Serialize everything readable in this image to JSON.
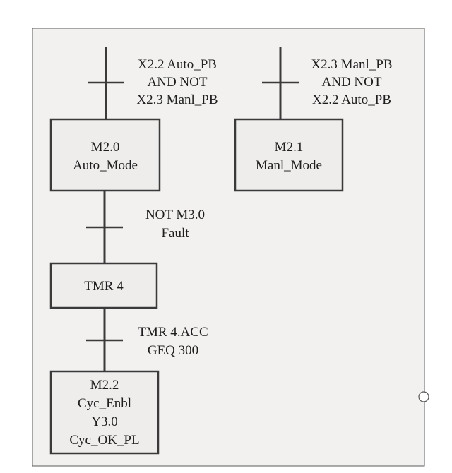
{
  "transitions": {
    "t1": [
      "X2.2 Auto_PB",
      "AND NOT",
      "X2.3 Manl_PB"
    ],
    "t2": [
      "X2.3 Manl_PB",
      "AND NOT",
      "X2.2 Auto_PB"
    ],
    "t3": [
      "NOT M3.0",
      "Fault"
    ],
    "t4": [
      "TMR 4.ACC",
      "GEQ 300"
    ]
  },
  "steps": {
    "auto_mode": [
      "M2.0",
      "Auto_Mode"
    ],
    "manl_mode": [
      "M2.1",
      "Manl_Mode"
    ],
    "tmr4": [
      "TMR 4"
    ],
    "cyc_enbl": [
      "M2.2",
      "Cyc_Enbl",
      "Y3.0",
      "Cyc_OK_PL"
    ]
  }
}
